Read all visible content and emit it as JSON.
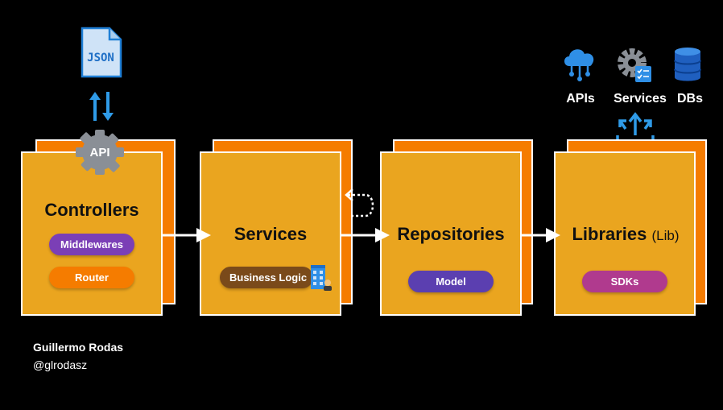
{
  "colors": {
    "background": "#000000",
    "box_front": "#eaa51f",
    "box_back": "#f57c00",
    "middlewares": "#7b3fb6",
    "router": "#f57c00",
    "business_logic": "#7a4a1a",
    "model": "#5b3fb0",
    "sdks": "#b03a8e"
  },
  "top_icons": {
    "json_file": "JSON",
    "api_gear": "API"
  },
  "externals": [
    {
      "label": "APIs",
      "icon": "cloud-network-icon"
    },
    {
      "label": "Services",
      "icon": "gear-checklist-icon"
    },
    {
      "label": "DBs",
      "icon": "database-icon"
    }
  ],
  "layers": {
    "controllers": {
      "title": "Controllers",
      "tags": [
        "Middlewares",
        "Router"
      ]
    },
    "services": {
      "title": "Services",
      "tags": [
        "Business Logic"
      ]
    },
    "repositories": {
      "title": "Repositories",
      "tags": [
        "Model"
      ]
    },
    "libraries": {
      "title": "Libraries",
      "title_suffix": "(Lib)",
      "tags": [
        "SDKs"
      ]
    }
  },
  "author": {
    "name": "Guillermo Rodas",
    "handle": "@glrodasz"
  }
}
